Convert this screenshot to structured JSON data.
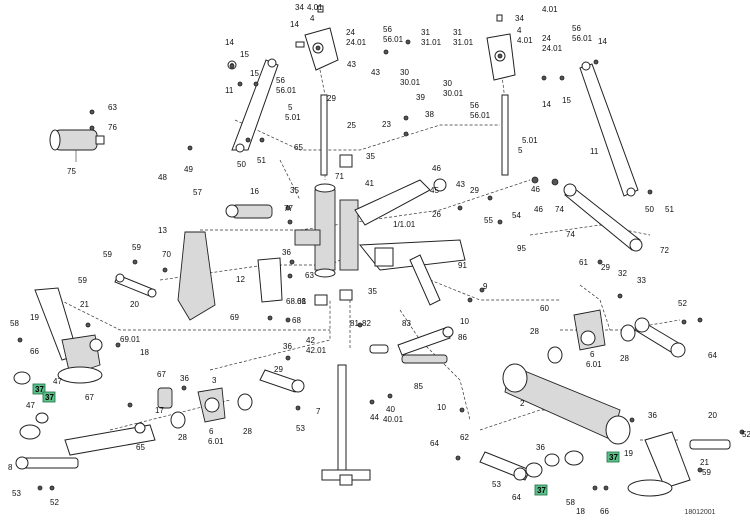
{
  "drawing_number": "18012001",
  "labels": [
    {
      "id": "l34a",
      "text": "34"
    },
    {
      "id": "l401a",
      "text": "4.01"
    },
    {
      "id": "l4a",
      "text": "4"
    },
    {
      "id": "l14a",
      "text": "14"
    },
    {
      "id": "l24a",
      "text": "24"
    },
    {
      "id": "l2401a",
      "text": "24.01"
    },
    {
      "id": "l56a",
      "text": "56"
    },
    {
      "id": "l5601a",
      "text": "56.01"
    },
    {
      "id": "l31a",
      "text": "31"
    },
    {
      "id": "l3101a",
      "text": "31.01"
    },
    {
      "id": "l34b",
      "text": "34"
    },
    {
      "id": "l401b",
      "text": "4.01"
    },
    {
      "id": "l4b",
      "text": "4"
    },
    {
      "id": "l401c",
      "text": "4.01"
    },
    {
      "id": "l31b",
      "text": "31"
    },
    {
      "id": "l3101b",
      "text": "31.01"
    },
    {
      "id": "l24b",
      "text": "24"
    },
    {
      "id": "l2401b",
      "text": "24.01"
    },
    {
      "id": "l56b",
      "text": "56"
    },
    {
      "id": "l5601b",
      "text": "56.01"
    },
    {
      "id": "l14b",
      "text": "14"
    },
    {
      "id": "l15a",
      "text": "15"
    },
    {
      "id": "l14c",
      "text": "14"
    },
    {
      "id": "l15b",
      "text": "15"
    },
    {
      "id": "l11a",
      "text": "11"
    },
    {
      "id": "l56c",
      "text": "56"
    },
    {
      "id": "l5601c",
      "text": "56.01"
    },
    {
      "id": "l43a",
      "text": "43"
    },
    {
      "id": "l43b",
      "text": "43"
    },
    {
      "id": "l29a",
      "text": "29"
    },
    {
      "id": "l30a",
      "text": "30"
    },
    {
      "id": "l3001a",
      "text": "30.01"
    },
    {
      "id": "l30b",
      "text": "30"
    },
    {
      "id": "l3001b",
      "text": "30.01"
    },
    {
      "id": "l56d",
      "text": "56"
    },
    {
      "id": "l5601d",
      "text": "56.01"
    },
    {
      "id": "l14d",
      "text": "14"
    },
    {
      "id": "l15c",
      "text": "15"
    },
    {
      "id": "l39",
      "text": "39"
    },
    {
      "id": "l63",
      "text": "63"
    },
    {
      "id": "l76",
      "text": "76"
    },
    {
      "id": "l5a",
      "text": "5"
    },
    {
      "id": "l501a",
      "text": "5.01"
    },
    {
      "id": "l25",
      "text": "25"
    },
    {
      "id": "l38",
      "text": "38"
    },
    {
      "id": "l23",
      "text": "23"
    },
    {
      "id": "l501b",
      "text": "5.01"
    },
    {
      "id": "l5b",
      "text": "5"
    },
    {
      "id": "l11b",
      "text": "11"
    },
    {
      "id": "l50a",
      "text": "50"
    },
    {
      "id": "l51a",
      "text": "51"
    },
    {
      "id": "l75",
      "text": "75"
    },
    {
      "id": "l48",
      "text": "48"
    },
    {
      "id": "l49",
      "text": "49"
    },
    {
      "id": "l65",
      "text": "65"
    },
    {
      "id": "l35a",
      "text": "35"
    },
    {
      "id": "l46a",
      "text": "46"
    },
    {
      "id": "l45",
      "text": "45"
    },
    {
      "id": "l46b",
      "text": "46"
    },
    {
      "id": "l71",
      "text": "71"
    },
    {
      "id": "l41",
      "text": "41"
    },
    {
      "id": "l35b",
      "text": "35"
    },
    {
      "id": "l57",
      "text": "57"
    },
    {
      "id": "l16",
      "text": "16"
    },
    {
      "id": "l43c",
      "text": "43"
    },
    {
      "id": "l29b",
      "text": "29"
    },
    {
      "id": "l46c",
      "text": "46"
    },
    {
      "id": "l74a",
      "text": "74"
    },
    {
      "id": "l50b",
      "text": "50"
    },
    {
      "id": "l51b",
      "text": "51"
    },
    {
      "id": "l77",
      "text": "77"
    },
    {
      "id": "l26",
      "text": "26"
    },
    {
      "id": "l55",
      "text": "55"
    },
    {
      "id": "l54",
      "text": "54"
    },
    {
      "id": "l13",
      "text": "13"
    },
    {
      "id": "l1",
      "text": "1/1.01"
    },
    {
      "id": "l95",
      "text": "95"
    },
    {
      "id": "l74b",
      "text": "74"
    },
    {
      "id": "l72",
      "text": "72"
    },
    {
      "id": "l59a",
      "text": "59"
    },
    {
      "id": "l70",
      "text": "70"
    },
    {
      "id": "l36a",
      "text": "36"
    },
    {
      "id": "l63b",
      "text": "63"
    },
    {
      "id": "l29c",
      "text": "29"
    },
    {
      "id": "l61",
      "text": "61"
    },
    {
      "id": "l59b",
      "text": "59"
    },
    {
      "id": "l12",
      "text": "12"
    },
    {
      "id": "l91",
      "text": "91"
    },
    {
      "id": "l20a",
      "text": "20"
    },
    {
      "id": "l35c",
      "text": "35"
    },
    {
      "id": "l32",
      "text": "32"
    },
    {
      "id": "l33",
      "text": "33"
    },
    {
      "id": "l59c",
      "text": "59"
    },
    {
      "id": "l21a",
      "text": "21"
    },
    {
      "id": "l68a",
      "text": "68"
    },
    {
      "id": "l6801",
      "text": "68.01"
    },
    {
      "id": "l9",
      "text": "9"
    },
    {
      "id": "l10a",
      "text": "10"
    },
    {
      "id": "l60",
      "text": "60"
    },
    {
      "id": "l52a",
      "text": "52"
    },
    {
      "id": "l69",
      "text": "69"
    },
    {
      "id": "l68b",
      "text": "68"
    },
    {
      "id": "l58a",
      "text": "58"
    },
    {
      "id": "l19a",
      "text": "19"
    },
    {
      "id": "l6901",
      "text": "69.01"
    },
    {
      "id": "l28a",
      "text": "28"
    },
    {
      "id": "l18a",
      "text": "18"
    },
    {
      "id": "l81",
      "text": "81"
    },
    {
      "id": "l82",
      "text": "82"
    },
    {
      "id": "l83",
      "text": "83"
    },
    {
      "id": "l86",
      "text": "86"
    },
    {
      "id": "l36b",
      "text": "36"
    },
    {
      "id": "l42",
      "text": "42"
    },
    {
      "id": "l4201",
      "text": "42.01"
    },
    {
      "id": "l66a",
      "text": "66"
    },
    {
      "id": "l47a",
      "text": "47"
    },
    {
      "id": "l6a",
      "text": "6"
    },
    {
      "id": "l601a",
      "text": "6.01"
    },
    {
      "id": "l28b",
      "text": "28"
    },
    {
      "id": "l64a",
      "text": "64"
    },
    {
      "id": "l85",
      "text": "85"
    },
    {
      "id": "l67a",
      "text": "67"
    },
    {
      "id": "l36c",
      "text": "36"
    },
    {
      "id": "l67b",
      "text": "67"
    },
    {
      "id": "l29d",
      "text": "29"
    },
    {
      "id": "l47b",
      "text": "47"
    },
    {
      "id": "l17",
      "text": "17"
    },
    {
      "id": "l28c",
      "text": "28"
    },
    {
      "id": "l3",
      "text": "3"
    },
    {
      "id": "l6b",
      "text": "6"
    },
    {
      "id": "l601b",
      "text": "6.01"
    },
    {
      "id": "l28d",
      "text": "28"
    },
    {
      "id": "l53a",
      "text": "53"
    },
    {
      "id": "l7",
      "text": "7"
    },
    {
      "id": "l44",
      "text": "44"
    },
    {
      "id": "l40",
      "text": "40"
    },
    {
      "id": "l4001",
      "text": "40.01"
    },
    {
      "id": "l10b",
      "text": "10"
    },
    {
      "id": "l62",
      "text": "62"
    },
    {
      "id": "l2",
      "text": "2"
    },
    {
      "id": "l36d",
      "text": "36"
    },
    {
      "id": "l20b",
      "text": "20"
    },
    {
      "id": "l8",
      "text": "8"
    },
    {
      "id": "l65b",
      "text": "65"
    },
    {
      "id": "l64b",
      "text": "64"
    },
    {
      "id": "l36e",
      "text": "36"
    },
    {
      "id": "l19b",
      "text": "19"
    },
    {
      "id": "l21b",
      "text": "21"
    },
    {
      "id": "l59d",
      "text": "59"
    },
    {
      "id": "l52b",
      "text": "52"
    },
    {
      "id": "l53b",
      "text": "53"
    },
    {
      "id": "l64c",
      "text": "64"
    },
    {
      "id": "l58b",
      "text": "58"
    },
    {
      "id": "l18b",
      "text": "18"
    },
    {
      "id": "l66b",
      "text": "66"
    },
    {
      "id": "l52c",
      "text": "52"
    },
    {
      "id": "l53c",
      "text": "53"
    }
  ],
  "highlighted_labels": [
    {
      "id": "h37a",
      "text": "37"
    },
    {
      "id": "h37b",
      "text": "37"
    },
    {
      "id": "h37c",
      "text": "37"
    },
    {
      "id": "h37d",
      "text": "37"
    }
  ]
}
